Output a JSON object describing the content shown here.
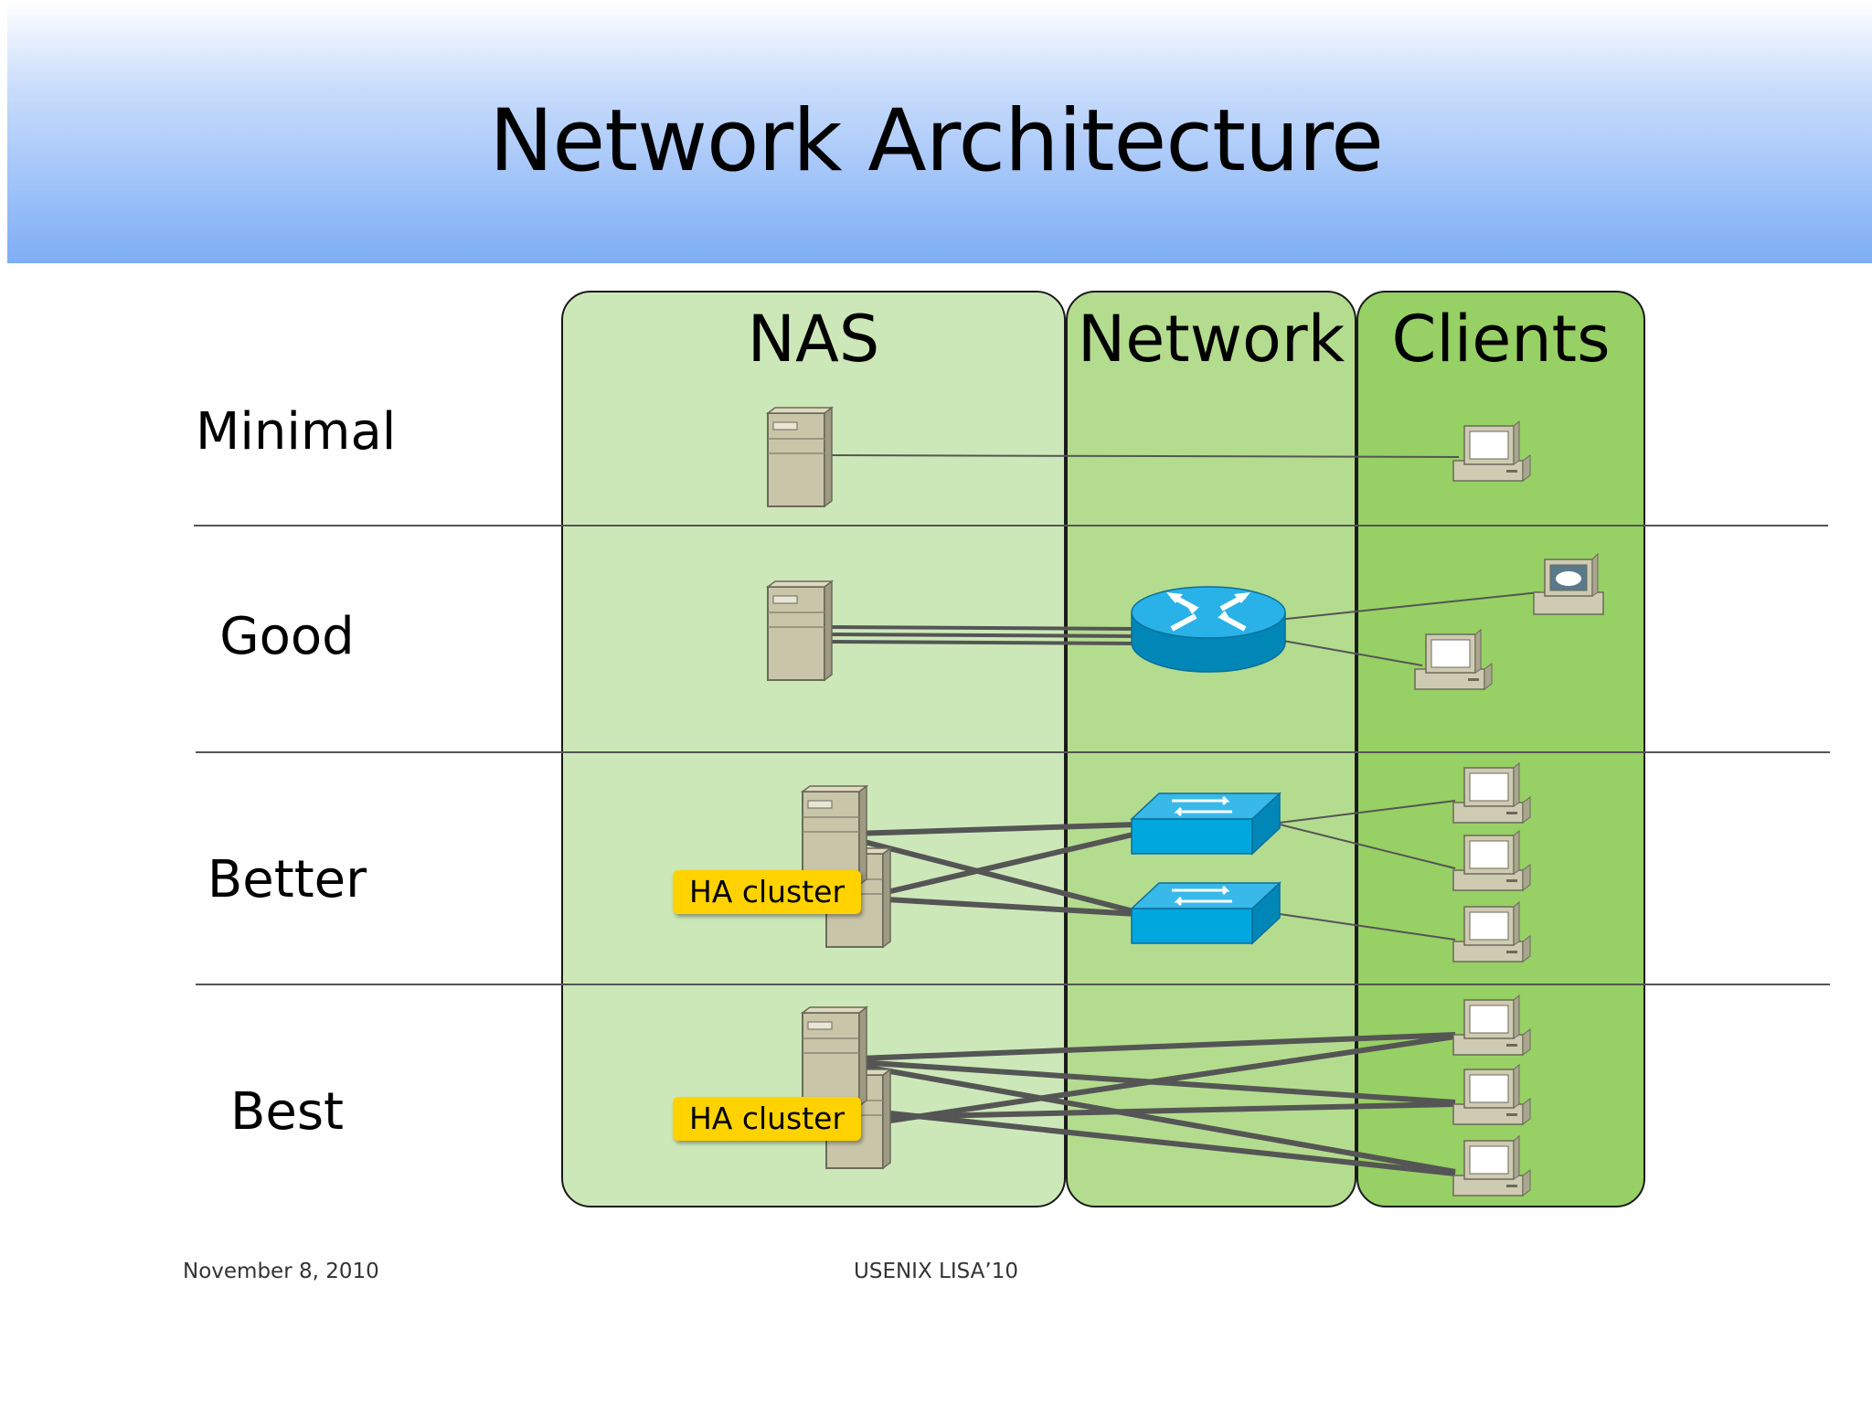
{
  "title": "Network Architecture",
  "columns": {
    "nas": "NAS",
    "network": "Network",
    "clients": "Clients"
  },
  "rows": [
    "Minimal",
    "Good",
    "Better",
    "Best"
  ],
  "badges": {
    "better": "HA cluster",
    "best": "HA cluster"
  },
  "footer": {
    "date": "November 8, 2010",
    "conference": "USENIX LISA’10"
  },
  "icons": [
    "server-icon",
    "router-icon",
    "switch-icon",
    "workstation-icon"
  ],
  "colors": {
    "nas_column": "#cde8b8",
    "network_column": "#b4dc8f",
    "clients_column": "#97d064",
    "header_gradient": "#7eaef6",
    "badge": "#ffd200",
    "device_blue": "#00a6de"
  }
}
